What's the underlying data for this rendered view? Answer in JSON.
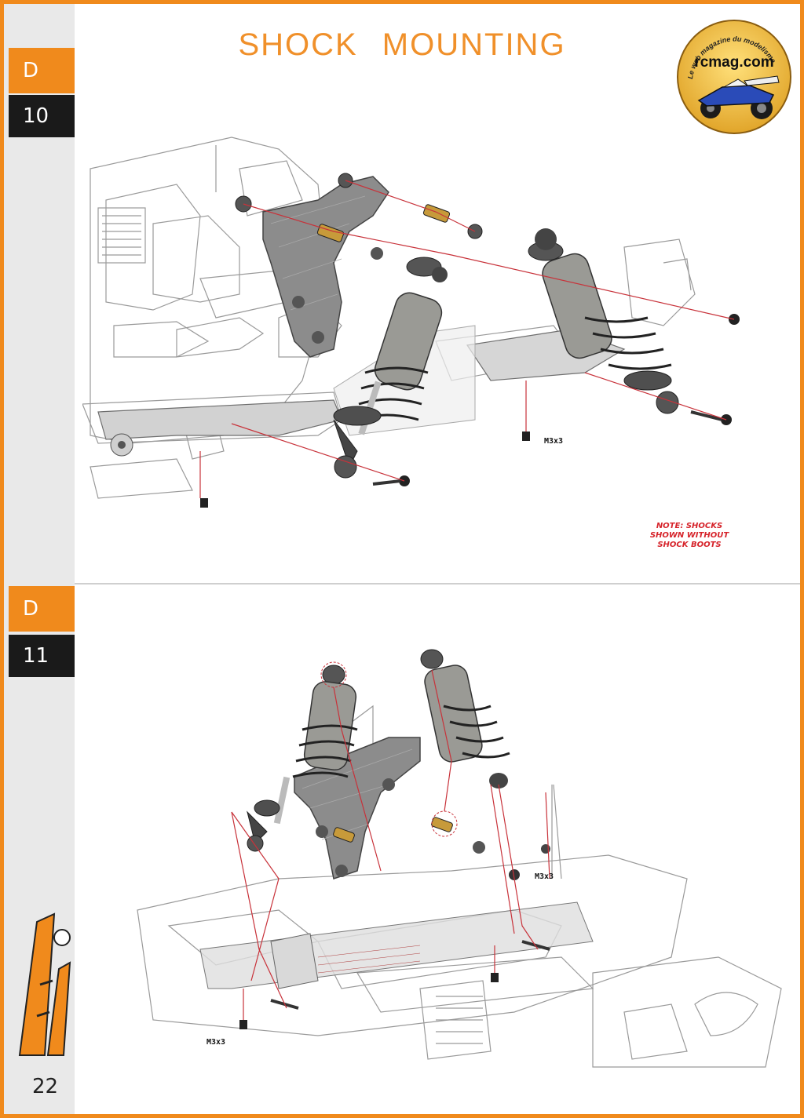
{
  "page": {
    "title": "SHOCK MOUNTING",
    "number": "22"
  },
  "steps": [
    {
      "letter": "D",
      "number": "10"
    },
    {
      "letter": "D",
      "number": "11"
    }
  ],
  "badge": {
    "site": "rcmag.com",
    "tagline": "Le web magazine du modelisme"
  },
  "step10": {
    "hardware_label": "M3x3",
    "note_lines": [
      "NOTE: SHOCKS",
      "SHOWN WITHOUT",
      "SHOCK BOOTS"
    ]
  },
  "step11": {
    "hardware_label_left": "M3x3",
    "hardware_label_right": "M3x3"
  },
  "colors": {
    "accent": "#f08a1c",
    "dark_tab": "#1a1a1a",
    "note_red": "#d6232a",
    "leader_red": "#c8323a"
  }
}
